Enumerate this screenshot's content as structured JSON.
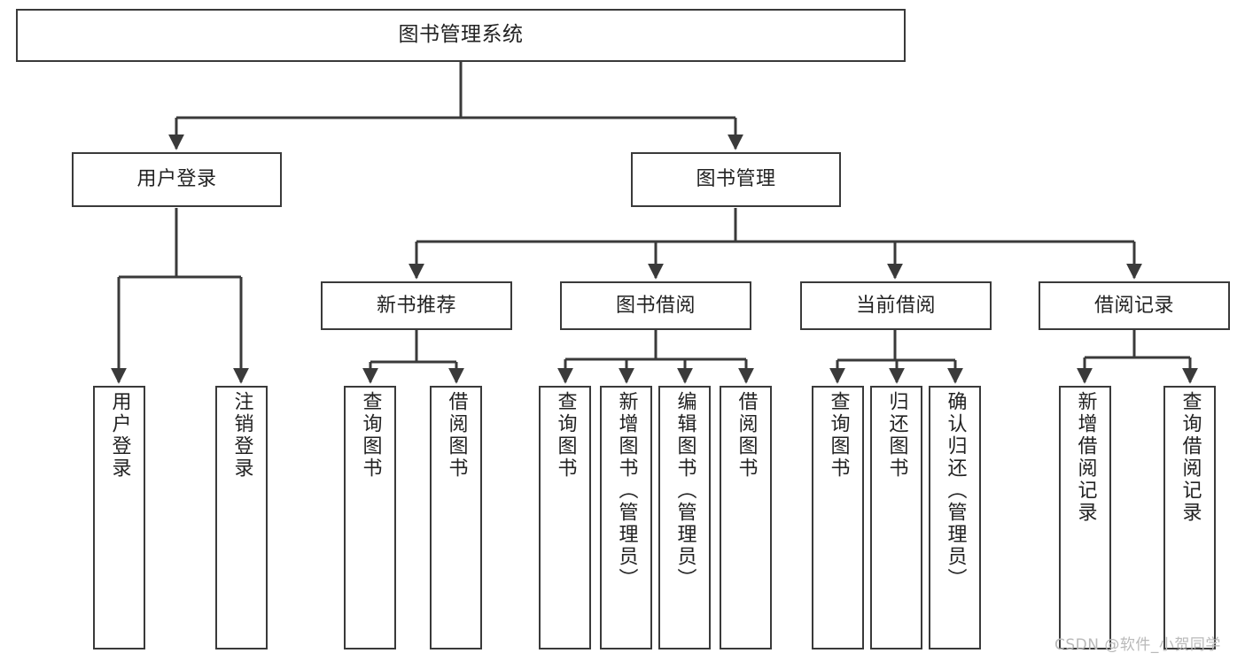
{
  "diagram": {
    "type": "hierarchy-tree",
    "title": "图书管理系统",
    "orientation": "top-down",
    "levels": 4,
    "root": {
      "id": "root",
      "label": "图书管理系统"
    },
    "level2": [
      {
        "id": "user-login",
        "label": "用户登录"
      },
      {
        "id": "book-management",
        "label": "图书管理"
      }
    ],
    "level3": [
      {
        "id": "new-book-recommend",
        "label": "新书推荐"
      },
      {
        "id": "book-borrow",
        "label": "图书借阅"
      },
      {
        "id": "current-borrow",
        "label": "当前借阅"
      },
      {
        "id": "borrow-record",
        "label": "借阅记录"
      }
    ],
    "leaves": {
      "user_login": [
        {
          "id": "leaf-user-login",
          "label": "用户登录"
        },
        {
          "id": "leaf-logout-login",
          "label": "注销登录"
        }
      ],
      "new_book_recommend": [
        {
          "id": "leaf-query-book-1",
          "label": "查询图书"
        },
        {
          "id": "leaf-borrow-book-1",
          "label": "借阅图书"
        }
      ],
      "book_borrow": [
        {
          "id": "leaf-query-book-2",
          "label": "查询图书"
        },
        {
          "id": "leaf-add-book",
          "label": "新增图书（管理员）"
        },
        {
          "id": "leaf-edit-book",
          "label": "编辑图书（管理员）"
        },
        {
          "id": "leaf-borrow-book-2",
          "label": "借阅图书"
        }
      ],
      "current_borrow": [
        {
          "id": "leaf-query-book-3",
          "label": "查询图书"
        },
        {
          "id": "leaf-return-book",
          "label": "归还图书"
        },
        {
          "id": "leaf-confirm-return",
          "label": "确认归还（管理员）"
        }
      ],
      "borrow_record": [
        {
          "id": "leaf-add-record",
          "label": "新增借阅记录"
        },
        {
          "id": "leaf-query-record",
          "label": "查询借阅记录"
        }
      ]
    }
  },
  "watermark": {
    "text": "CSDN @软件_小贺同学"
  },
  "colors": {
    "background": "#ffffff",
    "box_border": "#3a3a3a",
    "box_fill": "#ffffff",
    "text": "#222222",
    "connector": "#3a3a3a",
    "watermark": "#b9b9b9"
  }
}
